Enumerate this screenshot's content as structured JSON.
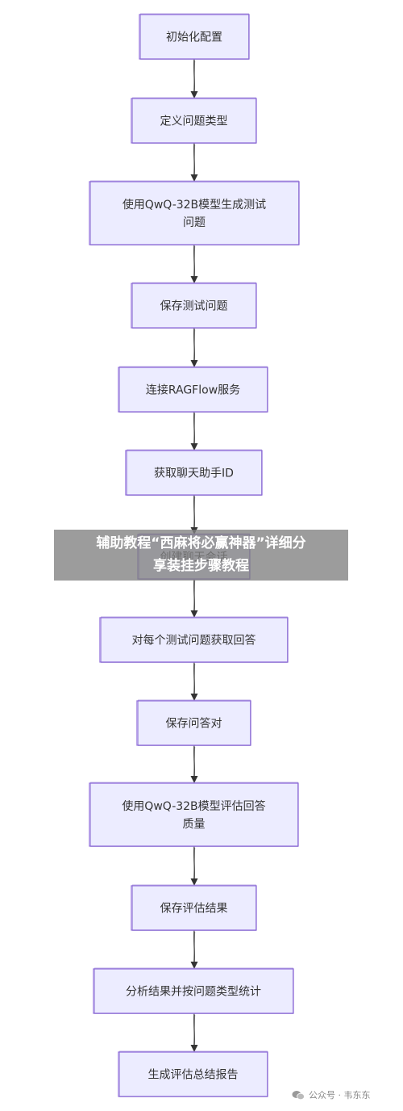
{
  "flowchart": {
    "nodes": [
      {
        "id": "n1",
        "lines": [
          "初始化配置"
        ]
      },
      {
        "id": "n2",
        "lines": [
          "定义问题类型"
        ]
      },
      {
        "id": "n3",
        "lines": [
          "使用QwQ-32B模型生成测试",
          "问题"
        ]
      },
      {
        "id": "n4",
        "lines": [
          "保存测试问题"
        ]
      },
      {
        "id": "n5",
        "lines": [
          "连接RAGFlow服务"
        ]
      },
      {
        "id": "n6",
        "lines": [
          "获取聊天助手ID"
        ]
      },
      {
        "id": "n7",
        "lines": [
          "创建聊天会话"
        ]
      },
      {
        "id": "n8",
        "lines": [
          "对每个测试问题获取回答"
        ]
      },
      {
        "id": "n9",
        "lines": [
          "保存问答对"
        ]
      },
      {
        "id": "n10",
        "lines": [
          "使用QwQ-32B模型评估回答",
          "质量"
        ]
      },
      {
        "id": "n11",
        "lines": [
          "保存评估结果"
        ]
      },
      {
        "id": "n12",
        "lines": [
          "分析结果并按问题类型统计"
        ]
      },
      {
        "id": "n13",
        "lines": [
          "生成评估总结报告"
        ]
      }
    ],
    "edges": [
      [
        "n1",
        "n2"
      ],
      [
        "n2",
        "n3"
      ],
      [
        "n3",
        "n4"
      ],
      [
        "n4",
        "n5"
      ],
      [
        "n5",
        "n6"
      ],
      [
        "n6",
        "n7"
      ],
      [
        "n7",
        "n8"
      ],
      [
        "n8",
        "n9"
      ],
      [
        "n9",
        "n10"
      ],
      [
        "n10",
        "n11"
      ],
      [
        "n11",
        "n12"
      ],
      [
        "n12",
        "n13"
      ]
    ]
  },
  "overlay": {
    "line1": "辅助教程“西麻将必赢神器”详细分",
    "line2": "享装挂步骤教程"
  },
  "watermark": {
    "icon": "wechat-icon",
    "text": "公众号 · 韦东东"
  }
}
